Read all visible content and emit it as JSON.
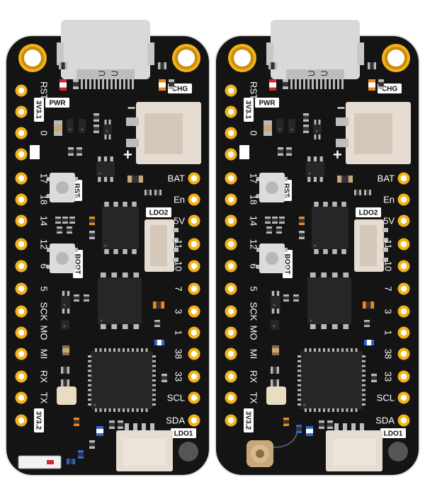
{
  "colors": {
    "pcb": "#141414",
    "pcb_edge": "#e2e2e2",
    "gold": "#f2b318",
    "gold_dark": "#c98b0a",
    "chip": "#262626",
    "pin": "#b9b9b9",
    "silk": "#ffffff",
    "usb": "#d9d9d9",
    "jst": "#e6ddd2",
    "red": "#d8262c",
    "orange": "#f08a1c",
    "blue": "#2d66d6",
    "tan": "#c9a77c"
  },
  "boards": [
    {
      "name": "board-left",
      "left_pins": [
        "RST",
        "0",
        "",
        "17",
        "18",
        "14",
        "12",
        "6",
        "5",
        "SCK",
        "MO",
        "MI",
        "RX",
        "TX"
      ],
      "right_pins": [
        "BAT",
        "En",
        "5V",
        "11",
        "10",
        "7",
        "3",
        "1",
        "38",
        "33",
        "SCL",
        "SDA"
      ],
      "tags": {
        "pwr": "PWR",
        "chg": "CHG",
        "rst": "RST",
        "boot": "BOOT",
        "ldo1": "LDO1",
        "ldo2": "LDO2",
        "v31": "3V3.1",
        "v32": "3V3.2"
      },
      "antenna": "chip-antenna"
    },
    {
      "name": "board-right",
      "left_pins": [
        "RST",
        "0",
        "",
        "17",
        "18",
        "14",
        "12",
        "6",
        "5",
        "SCK",
        "MO",
        "MI",
        "RX",
        "TX"
      ],
      "right_pins": [
        "BAT",
        "En",
        "5V",
        "11",
        "10",
        "7",
        "3",
        "1",
        "38",
        "33",
        "SCL",
        "SDA"
      ],
      "tags": {
        "pwr": "PWR",
        "chg": "CHG",
        "rst": "RST",
        "boot": "BOOT",
        "ldo1": "LDO1",
        "ldo2": "LDO2",
        "v31": "3V3.1",
        "v32": "3V3.2"
      },
      "antenna": "ufl-connector"
    }
  ],
  "battery_symbols": {
    "minus": "–",
    "plus": "+"
  }
}
